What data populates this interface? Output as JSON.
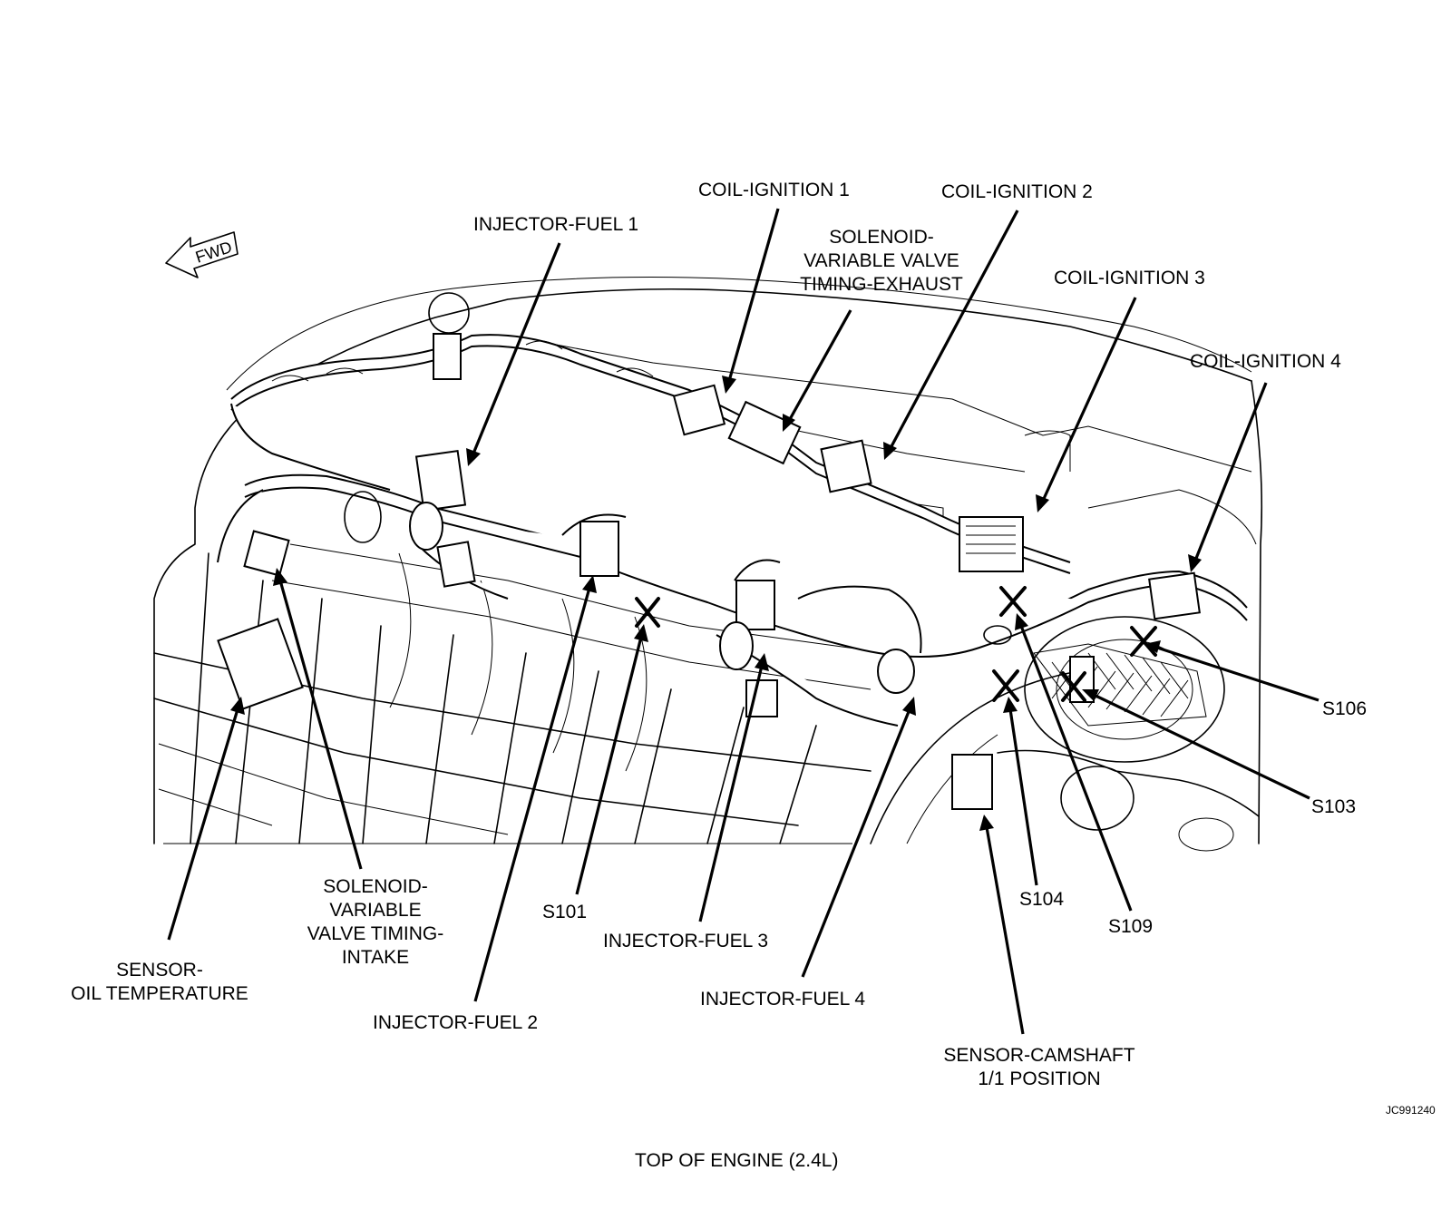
{
  "figure": {
    "caption": "TOP OF ENGINE (2.4L)",
    "figure_id": "JC991240",
    "forward_indicator": "FWD"
  },
  "labels": {
    "injector_fuel_1": "INJECTOR-FUEL 1",
    "coil_ignition_1": "COIL-IGNITION 1",
    "coil_ignition_2": "COIL-IGNITION 2",
    "coil_ignition_3": "COIL-IGNITION 3",
    "coil_ignition_4": "COIL-IGNITION 4",
    "vvt_exhaust": [
      "SOLENOID-",
      "VARIABLE VALVE",
      "TIMING-EXHAUST"
    ],
    "vvt_intake": [
      "SOLENOID-",
      "VARIABLE",
      "VALVE TIMING-",
      "INTAKE"
    ],
    "oil_temp": [
      "SENSOR-",
      "OIL TEMPERATURE"
    ],
    "injector_fuel_2": "INJECTOR-FUEL 2",
    "injector_fuel_3": "INJECTOR-FUEL 3",
    "injector_fuel_4": "INJECTOR-FUEL 4",
    "camshaft": [
      "SENSOR-CAMSHAFT",
      "1/1 POSITION"
    ],
    "s101": "S101",
    "s103": "S103",
    "s104": "S104",
    "s106": "S106",
    "s109": "S109"
  },
  "colors": {
    "ink": "#000000",
    "background": "#ffffff"
  }
}
